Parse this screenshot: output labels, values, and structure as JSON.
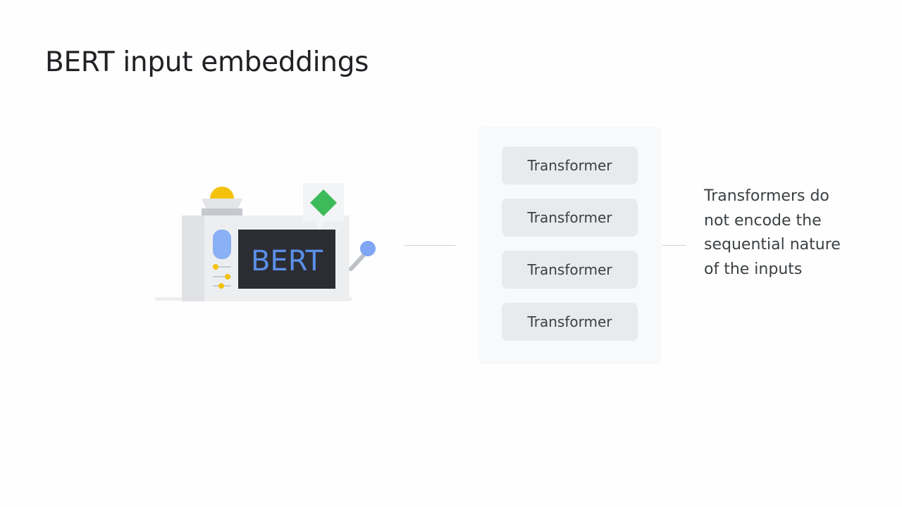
{
  "slide": {
    "title": "BERT input embeddings"
  },
  "illustration": {
    "screen_text": "BERT",
    "colors": {
      "screen": "#2b2d33",
      "screen_text": "#5b8fe8",
      "body": "#e8eaed",
      "lamp": "#f4c20d",
      "diamond": "#3dbb5a",
      "knob": "#7ea6f4"
    }
  },
  "stack": {
    "blocks": [
      {
        "label": "Transformer"
      },
      {
        "label": "Transformer"
      },
      {
        "label": "Transformer"
      },
      {
        "label": "Transformer"
      }
    ]
  },
  "note": {
    "text": "Transformers do not encode the sequential nature of the inputs"
  }
}
